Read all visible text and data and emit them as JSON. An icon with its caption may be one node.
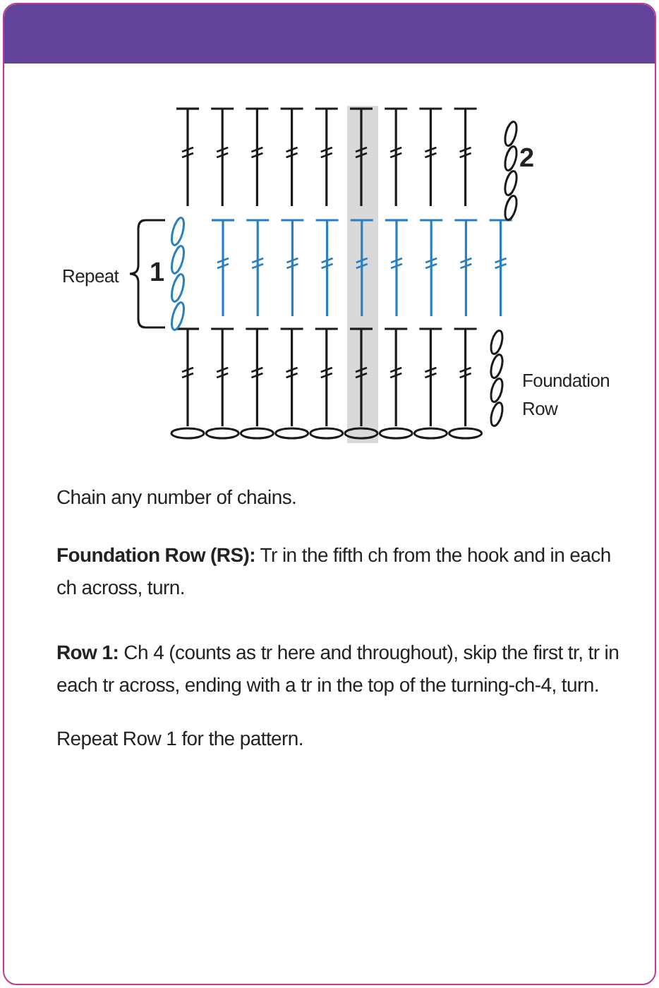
{
  "diagram": {
    "labels": [
      "2",
      "Repeat",
      "1",
      "Foundation Row",
      "Chain any number of chains.",
      "**Foundation Row (RS):** Tr in the fifth ch from the hook and in each ch across, turn.",
      "**Row 1:** Ch 4 (counts as tr here and throughout), skip the first tr, tr in each tr across, ending with a tr in the top of the turning-ch-4, turn.",
      "Repeat Row 1 for the pattern."
    ]
  }
}
